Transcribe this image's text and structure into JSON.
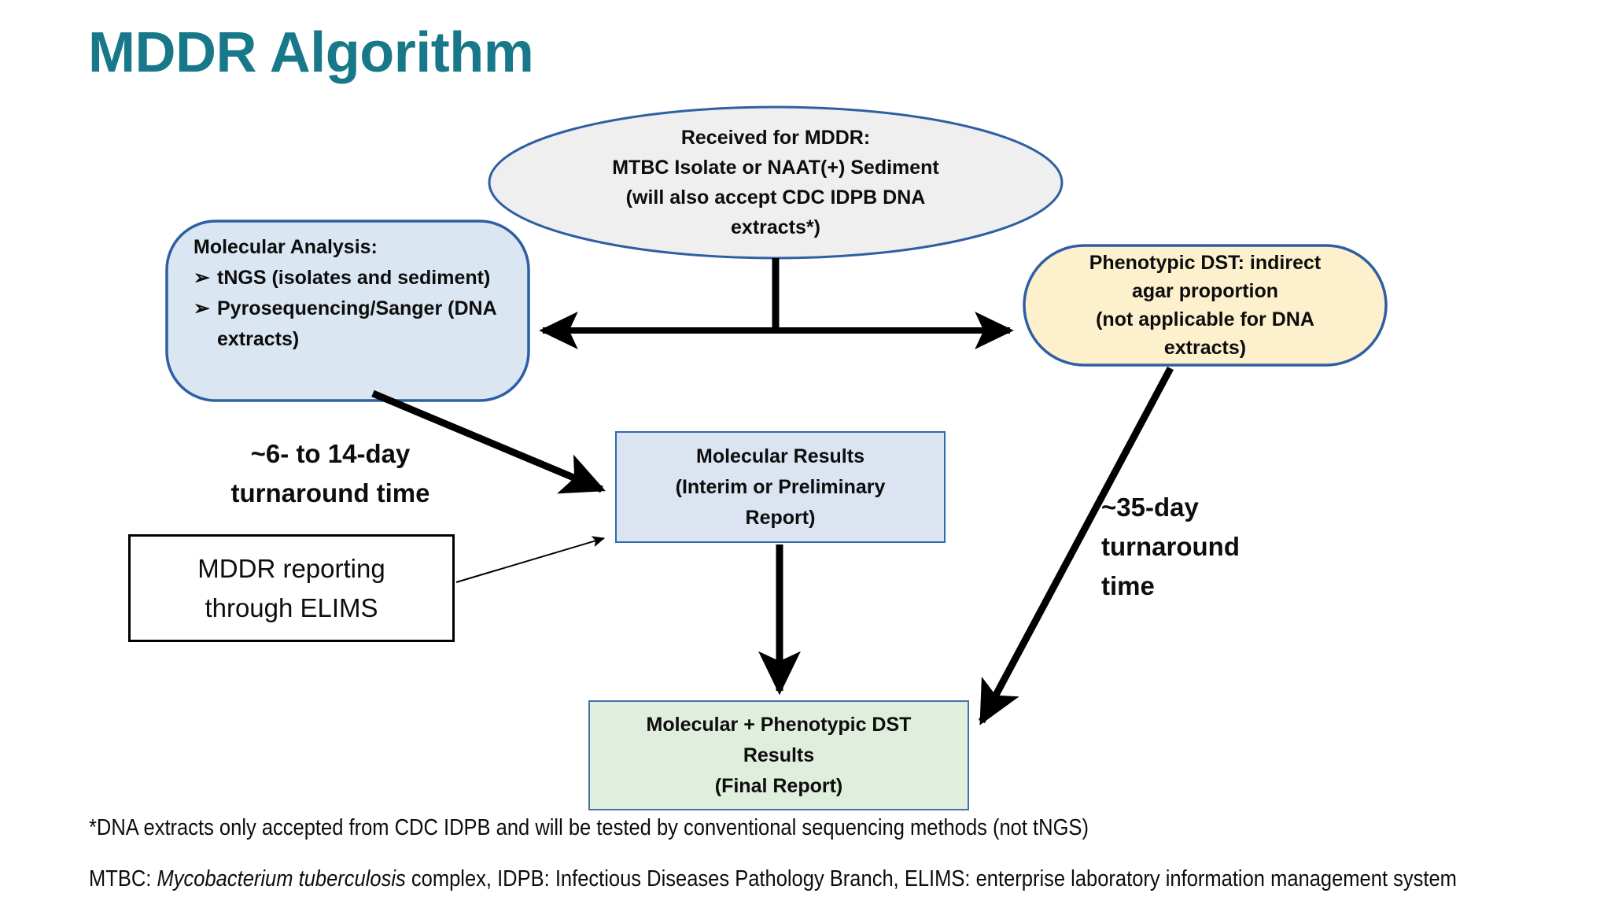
{
  "title": "MDDR Algorithm",
  "colors": {
    "title": "#17788a",
    "ellipse_fill": "#efefef",
    "ellipse_border": "#2e5fa3",
    "blue_fill": "#dae6f2",
    "blue_border": "#2e5fa3",
    "yellow_fill": "#fcf0cd",
    "yellow_border": "#2e5fa3",
    "results_fill": "#dce3f1",
    "results_border": "#2e6ab1",
    "green_fill": "#dfeedd",
    "green_border": "#4a6fa9",
    "arrow": "#000000"
  },
  "nodes": {
    "received": {
      "shape": "ellipse",
      "lines": [
        "Received for MDDR:",
        "MTBC Isolate or NAAT(+) Sediment",
        "(will also accept CDC IDPB DNA",
        "extracts*)"
      ]
    },
    "molecular_analysis": {
      "shape": "rounded-rect",
      "header": "Molecular Analysis:",
      "bullet_glyph": "➢",
      "bullets": [
        "tNGS (isolates and\nsediment)",
        "Pyrosequencing/Sanger\n(DNA extracts)"
      ],
      "bullet_lines": [
        [
          "tNGS (isolates and",
          "sediment)"
        ],
        [
          "Pyrosequencing/Sanger",
          "(DNA extracts)"
        ]
      ]
    },
    "phenotypic_dst": {
      "shape": "pill",
      "lines": [
        "Phenotypic DST: indirect",
        "agar proportion",
        "(not applicable for DNA",
        "extracts)"
      ]
    },
    "molecular_results": {
      "shape": "rect",
      "lines": [
        "Molecular Results",
        "(Interim or Preliminary",
        "Report)"
      ]
    },
    "final_results": {
      "shape": "rect",
      "lines": [
        "Molecular + Phenotypic DST",
        "Results",
        "(Final Report)"
      ]
    },
    "mddr_reporting": {
      "shape": "rect",
      "lines": [
        "MDDR reporting",
        "through ELIMS"
      ]
    }
  },
  "labels": {
    "turnaround_molecular": [
      "~6- to 14-day",
      "turnaround time"
    ],
    "turnaround_phenotypic": [
      "~35-day",
      "turnaround",
      "time"
    ]
  },
  "footnotes": {
    "dna_extracts": "*DNA extracts only accepted from CDC IDPB and will be tested by conventional sequencing methods (not tNGS)",
    "abbreviations_prefix": "MTBC: ",
    "abbreviations_italic": "Mycobacterium tuberculosis",
    "abbreviations_suffix": " complex, IDPB: Infectious Diseases Pathology Branch, ELIMS: enterprise laboratory information management system"
  }
}
